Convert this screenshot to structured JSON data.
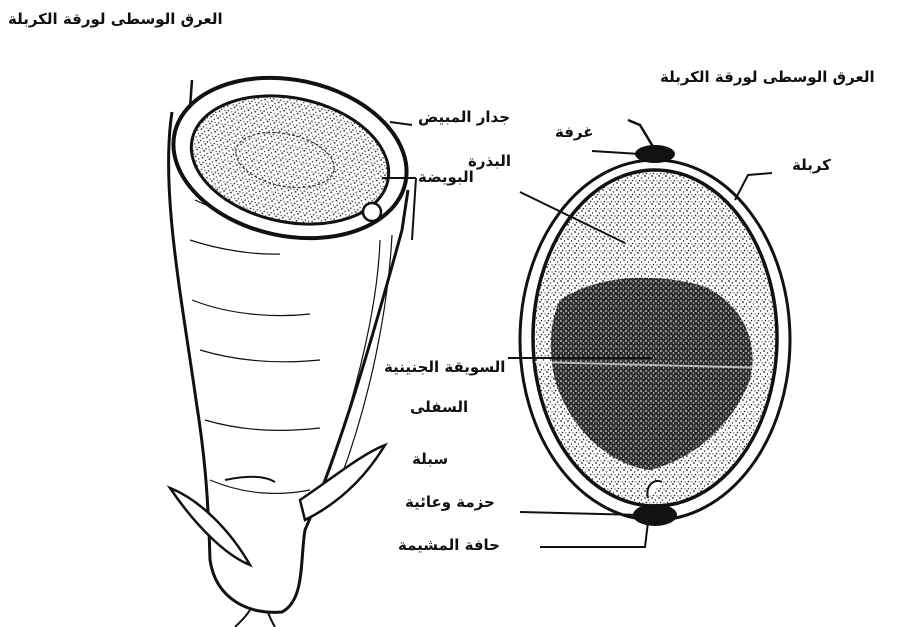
{
  "labels": {
    "midrib_left": "العرق الوسطى لورقة الكربلة",
    "ovary_wall": "جدار المبيض",
    "seed": "البذرة",
    "ovule": "البويضة",
    "midrib_right": "العرق الوسطى لورقة الكربلة",
    "locule": "غرفة",
    "carpel": "كربلة",
    "hypocotyl_line1": "السويقة الجنينية",
    "hypocotyl_line2": "السفلى",
    "sepal": "سبلة",
    "vascular_bundle": "حزمة وعائية",
    "placenta": "حافة المشيمة"
  },
  "colors": {
    "ink": "#111111",
    "paper": "#ffffff",
    "stipple": "#555555"
  }
}
